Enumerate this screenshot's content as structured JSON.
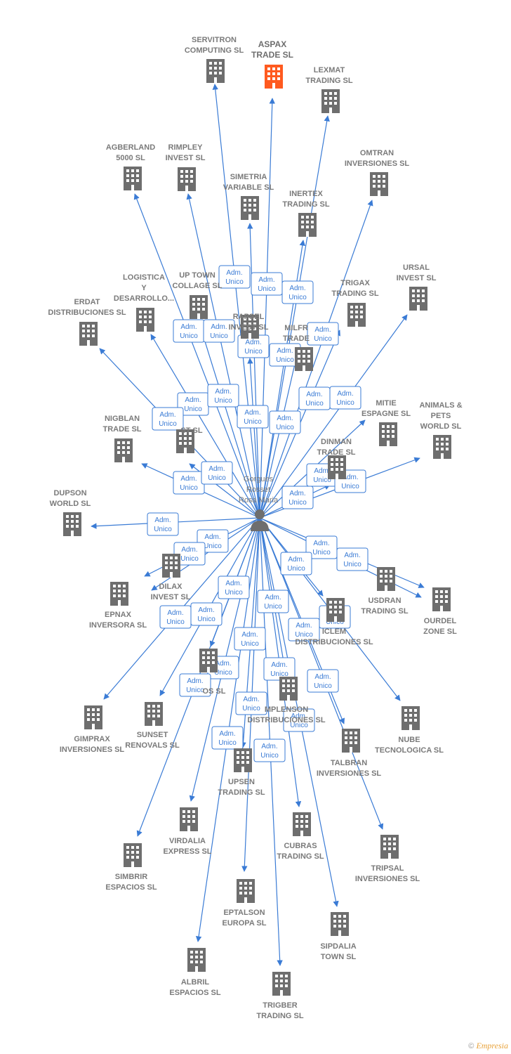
{
  "person": {
    "name_lines": [
      "Gorgues",
      "Rosset",
      "Rosa Maria"
    ],
    "icon": "person-icon"
  },
  "role_label": [
    "Adm.",
    "Unico"
  ],
  "colors": {
    "edge": "#3a7bd5",
    "building": "#6e6e6e",
    "highlight": "#ff5a1f"
  },
  "companies": [
    {
      "name": [
        "SERVITRON",
        "COMPUTING SL"
      ]
    },
    {
      "name": [
        "ASPAX",
        "TRADE  SL"
      ],
      "highlight": true
    },
    {
      "name": [
        "LEXMAT",
        "TRADING SL"
      ]
    },
    {
      "name": [
        "AGBERLAND",
        "5000 SL"
      ]
    },
    {
      "name": [
        "RIMPLEY",
        "INVEST  SL"
      ]
    },
    {
      "name": [
        "SIMETRIA",
        "VARIABLE SL"
      ]
    },
    {
      "name": [
        "OMTRAN",
        "INVERSIONES SL"
      ]
    },
    {
      "name": [
        "INERTEX",
        "TRADING SL"
      ]
    },
    {
      "name": [
        "LOGISTICA",
        "Y",
        "DESARROLLO..."
      ]
    },
    {
      "name": [
        "UP TOWN",
        "COLLAGE SL"
      ]
    },
    {
      "name": [
        "URSAL",
        "INVEST SL"
      ]
    },
    {
      "name": [
        "TRIGAX",
        "TRADING SL"
      ]
    },
    {
      "name": [
        "ERDAT",
        "DISTRIBUCIONES SL"
      ]
    },
    {
      "name": [
        "RAPSEL",
        "INVEST SL"
      ]
    },
    {
      "name": [
        "MILFR",
        "TRADE"
      ]
    },
    {
      "name": [
        "MITIE",
        "ESPAGNE  SL"
      ]
    },
    {
      "name": [
        "ANIMALS &",
        "PETS",
        "WORLD SL"
      ]
    },
    {
      "name": [
        "NIGBLAN",
        "TRADE SL"
      ]
    },
    {
      "name": [
        "",
        "ST SL"
      ]
    },
    {
      "name": [
        "DINMAN",
        "TRADE  SL"
      ]
    },
    {
      "name": [
        "DUPSON",
        "WORLD SL"
      ]
    },
    {
      "name": [
        "DILAX",
        "INVEST SL"
      ]
    },
    {
      "name": [
        "USDRAN",
        "TRADING SL"
      ]
    },
    {
      "name": [
        "OURDEL",
        "ZONE SL"
      ]
    },
    {
      "name": [
        "EPNAX",
        "INVERSORA SL"
      ]
    },
    {
      "name": [
        "ICLEM",
        "DISTRIBUCIONES SL"
      ]
    },
    {
      "name": [
        "",
        "OS SL"
      ]
    },
    {
      "name": [
        "GIMPRAX",
        "INVERSIONES SL"
      ]
    },
    {
      "name": [
        "SUNSET",
        "RENOVALS SL"
      ]
    },
    {
      "name": [
        "MPLENSON",
        "DISTRIBUCIONES SL"
      ]
    },
    {
      "name": [
        "NUBE",
        "TECNOLOGICA SL"
      ]
    },
    {
      "name": [
        "UPSEN",
        "TRADING SL"
      ]
    },
    {
      "name": [
        "TALBRAN",
        "INVERSIONES SL"
      ]
    },
    {
      "name": [
        "VIRDALIA",
        "EXPRESS SL"
      ]
    },
    {
      "name": [
        "CUBRAS",
        "TRADING SL"
      ]
    },
    {
      "name": [
        "TRIPSAL",
        "INVERSIONES SL"
      ]
    },
    {
      "name": [
        "SIMBRIR",
        "ESPACIOS SL"
      ]
    },
    {
      "name": [
        "EPTALSON",
        "EUROPA SL"
      ]
    },
    {
      "name": [
        "SIPDALIA",
        "TOWN SL"
      ]
    },
    {
      "name": [
        "ALBRIL",
        "ESPACIOS SL"
      ]
    },
    {
      "name": [
        "TRIGBER",
        "TRADING SL"
      ]
    }
  ],
  "footer": {
    "copyright": "©",
    "brand": "Empresia"
  }
}
